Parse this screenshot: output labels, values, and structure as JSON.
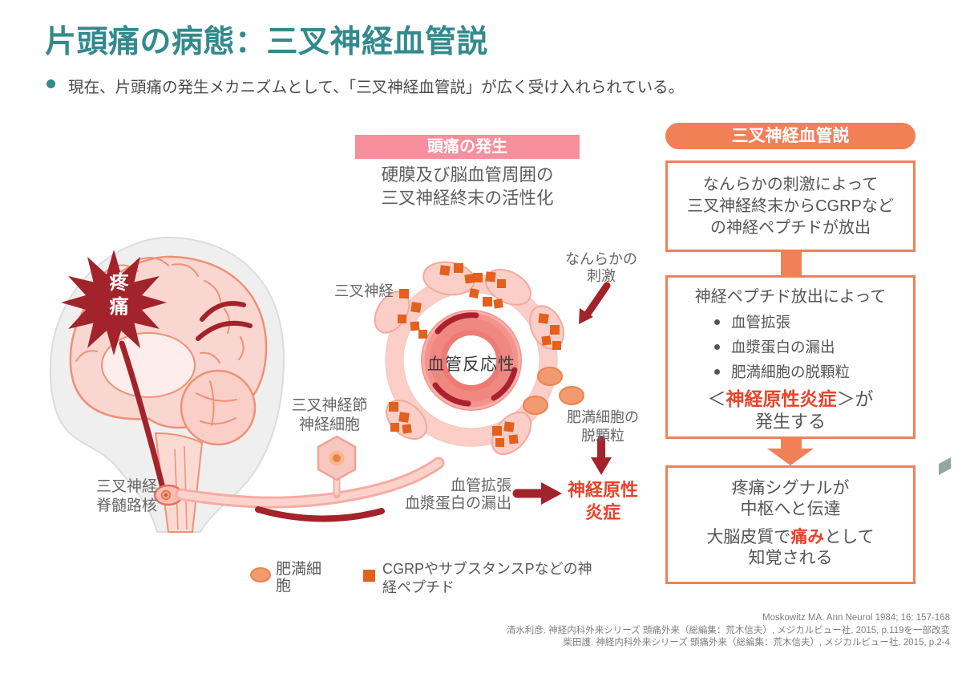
{
  "slide": {
    "title": "片頭痛の病態：三叉神経血管説",
    "bullet_text": "現在、片頭痛の発生メカニズムとして、「三叉神経血管説」が広く受け入れられている。"
  },
  "headache_panel": {
    "banner": "頭痛の発生",
    "line1": "硬膜及び脳血管周囲の",
    "line2": "三叉神経終末の活性化"
  },
  "diagram": {
    "pain_burst": "疼痛",
    "trigeminal_nerve": "三叉神経",
    "stimulus": {
      "line1": "なんらかの",
      "line2": "刺激"
    },
    "vessel_label": "血管反応性",
    "ganglion": {
      "line1": "三叉神経節",
      "line2": "神経細胞"
    },
    "mast_degranulation": {
      "line1": "肥満細胞の",
      "line2": "脱顆粒"
    },
    "vasodilation": "血管拡張",
    "plasma_leak": "血漿蛋白の漏出",
    "inflammation": {
      "line1": "神経原性",
      "line2": "炎症"
    },
    "spinal_nucleus": {
      "line1": "三叉神経",
      "line2": "脊髄路核"
    },
    "legend": {
      "mast_cell": "肥満細胞",
      "neuropeptide": "CGRPやサブスタンスPなどの神経ペプチド"
    }
  },
  "flowchart": {
    "banner": "三叉神経血管説",
    "box1": {
      "line1": "なんらかの刺激によって",
      "line2": "三叉神経終末からCGRPなど",
      "line3": "の神経ペプチドが放出"
    },
    "box2": {
      "title": "神経ペプチド放出によって",
      "bullets": [
        "血管拡張",
        "血漿蛋白の漏出",
        "肥満細胞の脱顆粒"
      ],
      "highlight_prefix": "＜",
      "highlight": "神経原性炎症",
      "highlight_suffix": "＞が",
      "result": "発生する"
    },
    "box3": {
      "line1": "疼痛シグナルが",
      "line2": "中枢へと伝達",
      "line3_prefix": "大脳皮質で",
      "line3_highlight": "痛み",
      "line3_suffix": "として",
      "line4": "知覚される"
    }
  },
  "references": [
    "Moskowitz MA. Ann Neurol 1984; 16: 157-168",
    "清水利彦. 神経内科外来シリーズ 頭痛外来（総編集：荒木信夫）, メジカルビュー社, 2015, p.119を一部改変",
    "柴田護. 神経内科外来シリーズ 頭痛外来（総編集：荒木信夫）, メジカルビュー社, 2015, p.2-4"
  ],
  "colors": {
    "teal": "#338A8D",
    "pink_banner": "#F98E9D",
    "orange": "#F28057",
    "accent_red": "#E8432C",
    "dark_red": "#A2232B",
    "peptide_orange": "#E3601E",
    "mast_orange": "#F29B70",
    "text_gray": "#666666"
  }
}
